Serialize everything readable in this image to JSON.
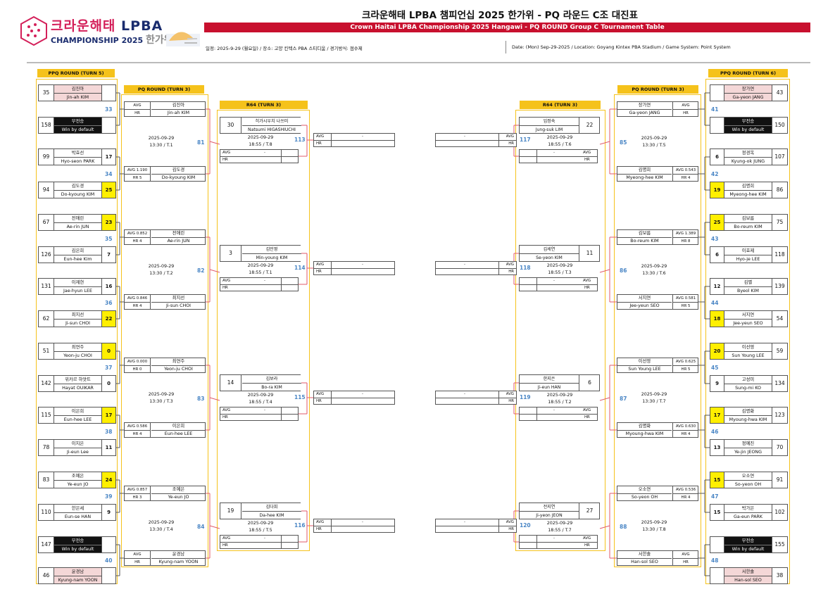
{
  "header": {
    "logo_ko": "크라운해태",
    "logo_lpba": "LPBA",
    "logo_en": "CHAMPIONSHIP 2025",
    "logo_han": "한가위",
    "title_ko": "크라운해태 LPBA 챔피언십 2025 한가위 - PQ 라운드 C조 대진표",
    "title_en": "Crown Haitai LPBA Championship 2025 Hangawi - PQ ROUND Group C Tournament Table",
    "info_ko": "일정: 2025-9-29 (월요일) / 장소: 고양 킨텍스 PBA 스티디움 / 경기방식: 점수제",
    "info_en": "Date: (Mon) Sep-29-2025 / Location: Goyang Kintex PBA Stadium / Game System: Point System"
  },
  "headers": {
    "ppq_left": "PPQ ROUND (TURN 5)",
    "pq_left": "PQ ROUND (TURN 3)",
    "r64_left": "R64 (TURN 3)",
    "r64_right": "R64 (TURN 3)",
    "pq_right": "PQ ROUND (TURN 3)",
    "ppq_right": "PPQ ROUND (TURN 6)"
  },
  "ppq_left": [
    {
      "seed": "35",
      "ko": "김진아",
      "en": "Jin-ah KIM",
      "score": "",
      "style": "pink",
      "win": false
    },
    {
      "seed": "158",
      "ko": "부전승",
      "en": "Win by default",
      "score": "",
      "style": "bye",
      "win": false
    },
    {
      "seed": "99",
      "ko": "박효선",
      "en": "Hyo-seon PARK",
      "score": "17",
      "style": "plain",
      "win": false
    },
    {
      "seed": "94",
      "ko": "김도경",
      "en": "Do-kyoung KIM",
      "score": "25",
      "style": "plain",
      "win": true
    },
    {
      "seed": "67",
      "ko": "전애린",
      "en": "Ae-rin JUN",
      "score": "23",
      "style": "plain",
      "win": true
    },
    {
      "seed": "126",
      "ko": "김은희",
      "en": "Eun-hee Kim",
      "score": "7",
      "style": "plain",
      "win": false
    },
    {
      "seed": "131",
      "ko": "이재현",
      "en": "Jae-hyun LEE",
      "score": "16",
      "style": "plain",
      "win": false
    },
    {
      "seed": "62",
      "ko": "최지선",
      "en": "Ji-sun CHOI",
      "score": "22",
      "style": "plain",
      "win": true
    },
    {
      "seed": "51",
      "ko": "최연주",
      "en": "Yeon-ju CHOI",
      "score": "0",
      "style": "plain",
      "win": true
    },
    {
      "seed": "142",
      "ko": "위카르 하얏트",
      "en": "Hayat OUIKAR",
      "score": "0",
      "style": "plain",
      "win": false
    },
    {
      "seed": "115",
      "ko": "이은희",
      "en": "Eun-hee LEE",
      "score": "17",
      "style": "plain",
      "win": true
    },
    {
      "seed": "78",
      "ko": "이지은",
      "en": "Ji-eun Lee",
      "score": "11",
      "style": "plain",
      "win": false
    },
    {
      "seed": "83",
      "ko": "조예은",
      "en": "Ye-eun JO",
      "score": "24",
      "style": "plain",
      "win": true
    },
    {
      "seed": "110",
      "ko": "한은세",
      "en": "Eun-se HAN",
      "score": "9",
      "style": "plain",
      "win": false
    },
    {
      "seed": "147",
      "ko": "부전승",
      "en": "Win by default",
      "score": "",
      "style": "bye",
      "win": false
    },
    {
      "seed": "46",
      "ko": "윤경남",
      "en": "Kyung-nam YOON",
      "score": "",
      "style": "pink",
      "win": false
    }
  ],
  "ppq_left_matches": [
    "33",
    "34",
    "35",
    "36",
    "37",
    "38",
    "39",
    "40"
  ],
  "ppq_right": [
    {
      "seed": "43",
      "ko": "장가연",
      "en": "Ga-yeon JANG",
      "score": "",
      "style": "pink",
      "win": false
    },
    {
      "seed": "150",
      "ko": "부전승",
      "en": "Win by default",
      "score": "",
      "style": "bye",
      "win": false
    },
    {
      "seed": "107",
      "ko": "정경옥",
      "en": "Kyung-ok JUNG",
      "score": "6",
      "style": "plain",
      "win": false
    },
    {
      "seed": "86",
      "ko": "김명희",
      "en": "Myeong-hee KIM",
      "score": "19",
      "style": "plain",
      "win": true
    },
    {
      "seed": "75",
      "ko": "김보름",
      "en": "Bo-reum KIM",
      "score": "25",
      "style": "plain",
      "win": true
    },
    {
      "seed": "118",
      "ko": "이효제",
      "en": "Hyo-je LEE",
      "score": "6",
      "style": "plain",
      "win": false
    },
    {
      "seed": "139",
      "ko": "김별",
      "en": "Byeol KIM",
      "score": "12",
      "style": "plain",
      "win": false
    },
    {
      "seed": "54",
      "ko": "서지연",
      "en": "Jee-yeun SEO",
      "score": "18",
      "style": "plain",
      "win": true
    },
    {
      "seed": "59",
      "ko": "이선영",
      "en": "Sun Young LEE",
      "score": "20",
      "style": "plain",
      "win": true
    },
    {
      "seed": "134",
      "ko": "고성미",
      "en": "Sung-mi KO",
      "score": "9",
      "style": "plain",
      "win": false
    },
    {
      "seed": "123",
      "ko": "김명화",
      "en": "Myoung-hwa KIM",
      "score": "17",
      "style": "plain",
      "win": true
    },
    {
      "seed": "70",
      "ko": "정예진",
      "en": "Ye-jin JEONG",
      "score": "13",
      "style": "plain",
      "win": false
    },
    {
      "seed": "91",
      "ko": "오소연",
      "en": "So-yeon OH",
      "score": "15",
      "style": "plain",
      "win": true
    },
    {
      "seed": "102",
      "ko": "박가은",
      "en": "Ga-eun PARK",
      "score": "15",
      "style": "plain",
      "win": false
    },
    {
      "seed": "155",
      "ko": "부전승",
      "en": "Win by default",
      "score": "",
      "style": "bye",
      "win": false
    },
    {
      "seed": "38",
      "ko": "서한솔",
      "en": "Han-sol SEO",
      "score": "",
      "style": "pink",
      "win": false
    }
  ],
  "ppq_right_matches": [
    "41",
    "42",
    "43",
    "44",
    "45",
    "46",
    "47",
    "48"
  ],
  "pq_left": [
    {
      "avg": "AVG",
      "hr": "HR",
      "ko": "김진아",
      "en": "Jin-ah KIM",
      "style": "plain"
    },
    {
      "avg": "AVG 1.190",
      "hr": "HR 5",
      "ko": "김도경",
      "en": "Do-kyoung KIM",
      "style": "plain"
    },
    {
      "avg": "AVG 0.852",
      "hr": "HR 4",
      "ko": "전애린",
      "en": "Ae-rin JUN",
      "style": "plain"
    },
    {
      "avg": "AVG 0.846",
      "hr": "HR 4",
      "ko": "최지선",
      "en": "Ji-sun CHOI",
      "style": "plain"
    },
    {
      "avg": "AVG 0.000",
      "hr": "HR 0",
      "ko": "최연주",
      "en": "Yeon-ju CHOI",
      "style": "plain"
    },
    {
      "avg": "AVG 0.586",
      "hr": "HR 4",
      "ko": "이은희",
      "en": "Eun-hee LEE",
      "style": "plain"
    },
    {
      "avg": "AVG 0.857",
      "hr": "HR 3",
      "ko": "조예은",
      "en": "Ye-eun JO",
      "style": "plain"
    },
    {
      "avg": "AVG",
      "hr": "HR",
      "ko": "윤경남",
      "en": "Kyung-nam YOON",
      "style": "plain"
    }
  ],
  "pq_left_matches": [
    {
      "num": "81",
      "date": "2025-09-29",
      "time": "13:30 / T.1"
    },
    {
      "num": "82",
      "date": "2025-09-29",
      "time": "13:30 / T.2"
    },
    {
      "num": "83",
      "date": "2025-09-29",
      "time": "13:30 / T.3"
    },
    {
      "num": "84",
      "date": "2025-09-29",
      "time": "13:30 / T.4"
    }
  ],
  "pq_right": [
    {
      "avg": "AVG",
      "hr": "HR",
      "ko": "장가연",
      "en": "Ga-yeon JANG",
      "style": "plain"
    },
    {
      "avg": "AVG 0.543",
      "hr": "HR 4",
      "ko": "김명희",
      "en": "Myeong-hee KIM",
      "style": "plain"
    },
    {
      "avg": "AVG 1.389",
      "hr": "HR 8",
      "ko": "김보름",
      "en": "Bo-reum KIM",
      "style": "plain"
    },
    {
      "avg": "AVG 0.581",
      "hr": "HR 5",
      "ko": "서지연",
      "en": "Jee-yeun SEO",
      "style": "plain"
    },
    {
      "avg": "AVG 0.625",
      "hr": "HR 5",
      "ko": "이선영",
      "en": "Sun Young LEE",
      "style": "plain"
    },
    {
      "avg": "AVG 0.630",
      "hr": "HR 4",
      "ko": "김명화",
      "en": "Myoung-hwa KIM",
      "style": "plain"
    },
    {
      "avg": "AVG 0.536",
      "hr": "HR 4",
      "ko": "오소연",
      "en": "So-yeon OH",
      "style": "plain"
    },
    {
      "avg": "AVG",
      "hr": "HR",
      "ko": "서한솔",
      "en": "Han-sol SEO",
      "style": "plain"
    }
  ],
  "pq_right_matches": [
    {
      "num": "85",
      "date": "2025-09-29",
      "time": "13:30 / T.5"
    },
    {
      "num": "86",
      "date": "2025-09-29",
      "time": "13:30 / T.6"
    },
    {
      "num": "87",
      "date": "2025-09-29",
      "time": "13:30 / T.7"
    },
    {
      "num": "88",
      "date": "2025-09-29",
      "time": "13:30 / T.8"
    }
  ],
  "r64_left": [
    {
      "seed": "30",
      "ko": "히가시우치 나쓰미",
      "en": "Natsumi HIGASHIUCHI",
      "num": "113",
      "date": "2025-09-29",
      "time": "18:55 / T.8"
    },
    {
      "seed": "3",
      "ko": "김민영",
      "en": "Min-young KIM",
      "num": "114",
      "date": "2025-09-29",
      "time": "18:55 / T.1"
    },
    {
      "seed": "14",
      "ko": "김보라",
      "en": "Bo-ra KIM",
      "num": "115",
      "date": "2025-09-29",
      "time": "18:55 / T.4"
    },
    {
      "seed": "19",
      "ko": "김다희",
      "en": "Da-hee KIM",
      "num": "116",
      "date": "2025-09-29",
      "time": "18:55 / T.5"
    }
  ],
  "r64_right": [
    {
      "seed": "22",
      "ko": "임정숙",
      "en": "Jung-suk LIM",
      "num": "117",
      "date": "2025-09-29",
      "time": "18:55 / T.6"
    },
    {
      "seed": "11",
      "ko": "김세연",
      "en": "Se-yeon KIM",
      "num": "118",
      "date": "2025-09-29",
      "time": "18:55 / T.3"
    },
    {
      "seed": "6",
      "ko": "한지은",
      "en": "Ji-eun HAN",
      "num": "119",
      "date": "2025-09-29",
      "time": "18:55 / T.2"
    },
    {
      "seed": "27",
      "ko": "전지연",
      "en": "Ji-yeon JEON",
      "num": "120",
      "date": "2025-09-29",
      "time": "18:55 / T.7"
    }
  ],
  "labels": {
    "avg": "AVG",
    "hr": "HR",
    "dash": "-"
  }
}
